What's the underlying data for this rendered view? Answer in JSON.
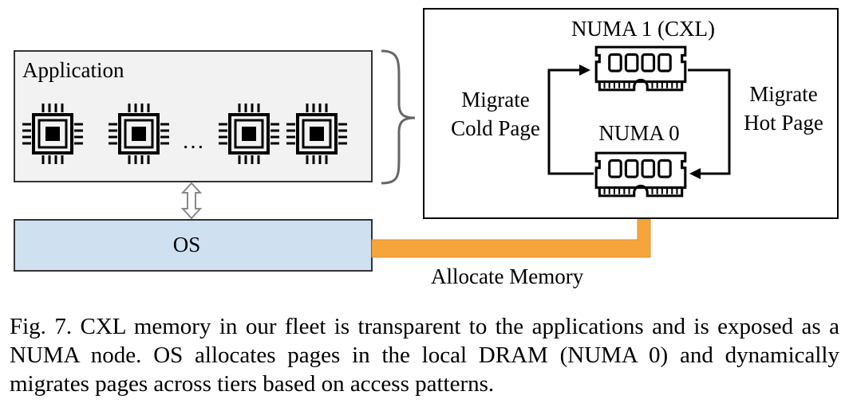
{
  "application": {
    "label": "Application",
    "ellipsis": "…"
  },
  "os": {
    "label": "OS"
  },
  "numa": {
    "node1_label": "NUMA 1 (CXL)",
    "node0_label": "NUMA 0",
    "migrate_cold": [
      "Migrate",
      "Cold Page"
    ],
    "migrate_hot": [
      "Migrate",
      "Hot Page"
    ]
  },
  "allocate_label": "Allocate Memory",
  "caption": "Fig. 7.  CXL memory in our fleet is transparent to the applications and is exposed as a NUMA node. OS allocates pages in the local DRAM (NUMA 0) and dynamically migrates pages across tiers based on access patterns.",
  "colors": {
    "app_box_fill": "#f2f2f2",
    "os_box_fill": "#cfe0f1",
    "allocate_arrow": "#f5a53c",
    "double_arrow_fill": "#ffffff",
    "double_arrow_stroke": "#888888",
    "brace": "#666666"
  },
  "icons": {
    "cpu": "cpu-chip-icon",
    "memory": "memory-module-icon"
  }
}
